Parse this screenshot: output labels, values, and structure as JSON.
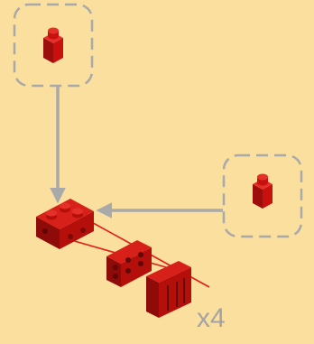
{
  "instruction_step": {
    "multiplier": "x4",
    "callouts": [
      {
        "name": "top-part-callout",
        "part": "red-1x1-brick"
      },
      {
        "name": "right-part-callout",
        "part": "red-1x1-brick"
      }
    ],
    "assembly_parts": [
      "red-1x3-brick-assembly",
      "red-1x2-plate",
      "red-panel-piece"
    ]
  },
  "colors": {
    "background": "#fbdf9e",
    "brick_red": "#c8100f",
    "brick_dark": "#7e0a08",
    "brick_light": "#e5302a",
    "arrow_gray": "#a9a9a9",
    "callout_border": "#a9a9a9",
    "guide_line_red": "#e21d1a",
    "multiplier_text": "#a3a3a3"
  }
}
